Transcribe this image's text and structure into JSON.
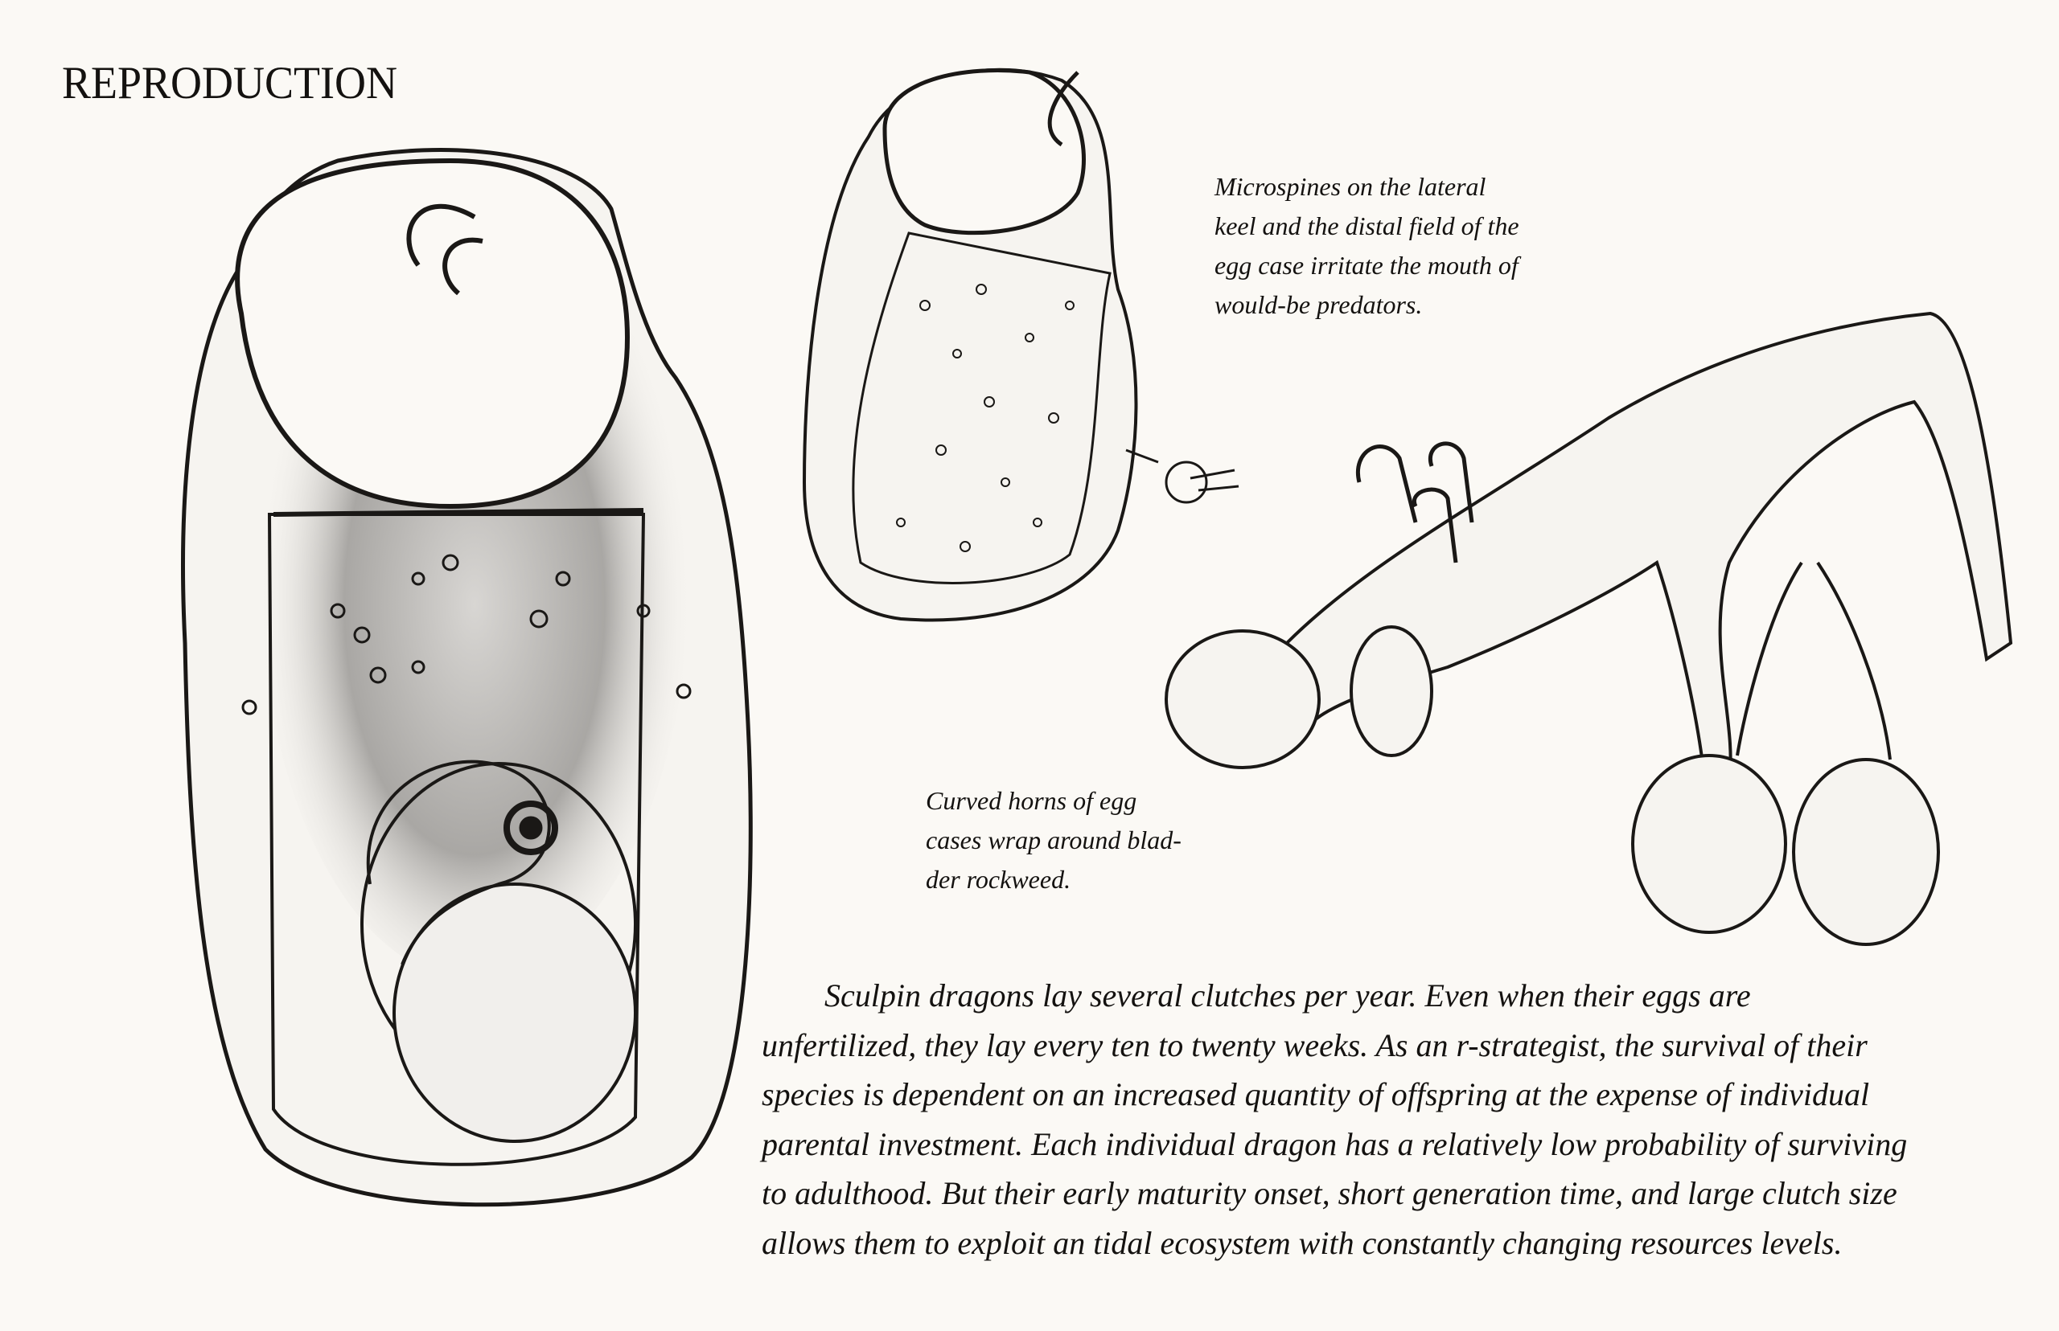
{
  "title": "REPRODUCTION",
  "captions": {
    "microspines": [
      "Microspines on the lateral",
      "keel and the distal field of the",
      "egg case irritate the mouth of",
      "would-be predators."
    ],
    "horns": [
      "Curved horns of egg",
      "cases wrap around blad-",
      "der rockweed."
    ]
  },
  "paragraph": [
    "Sculpin dragons lay several clutches per year. Even when their eggs are",
    "unfertilized, they lay every ten to twenty weeks. As an r-strategist, the survival of their",
    "species is dependent on an increased quantity of offspring at the expense of individual",
    "parental investment. Each individual dragon has a relatively low probability of surviving",
    "to adulthood. But their early maturity onset, short generation time, and large clutch size",
    "allows them to exploit an tidal ecosystem with constantly changing resources levels."
  ]
}
